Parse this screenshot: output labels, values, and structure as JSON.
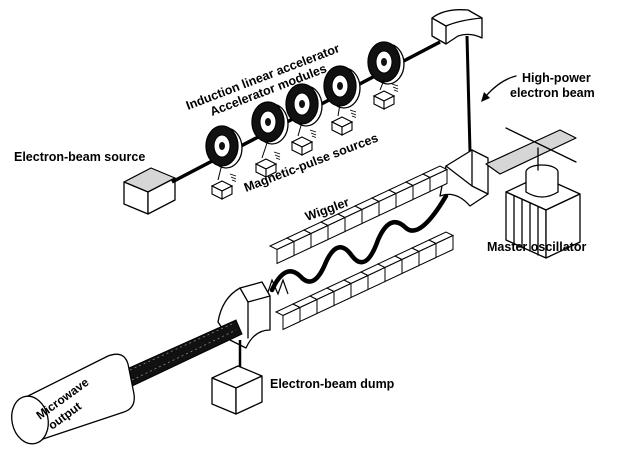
{
  "labels": {
    "induction_linac": "Induction linear accelerator",
    "accelerator_modules": "Accelerator modules",
    "high_power_beam_line1": "High-power",
    "high_power_beam_line2": "electron beam",
    "electron_beam_source": "Electron-beam source",
    "magnetic_pulse_sources": "Magnetic-pulse sources",
    "wiggler": "Wiggler",
    "master_oscillator": "Master oscillator",
    "electron_beam_dump": "Electron-beam dump",
    "microwave_output_line1": "Microwave",
    "microwave_output_line2": "output"
  },
  "counts": {
    "accelerator_modules": 5,
    "magnetic_pulse_sources": 5
  }
}
